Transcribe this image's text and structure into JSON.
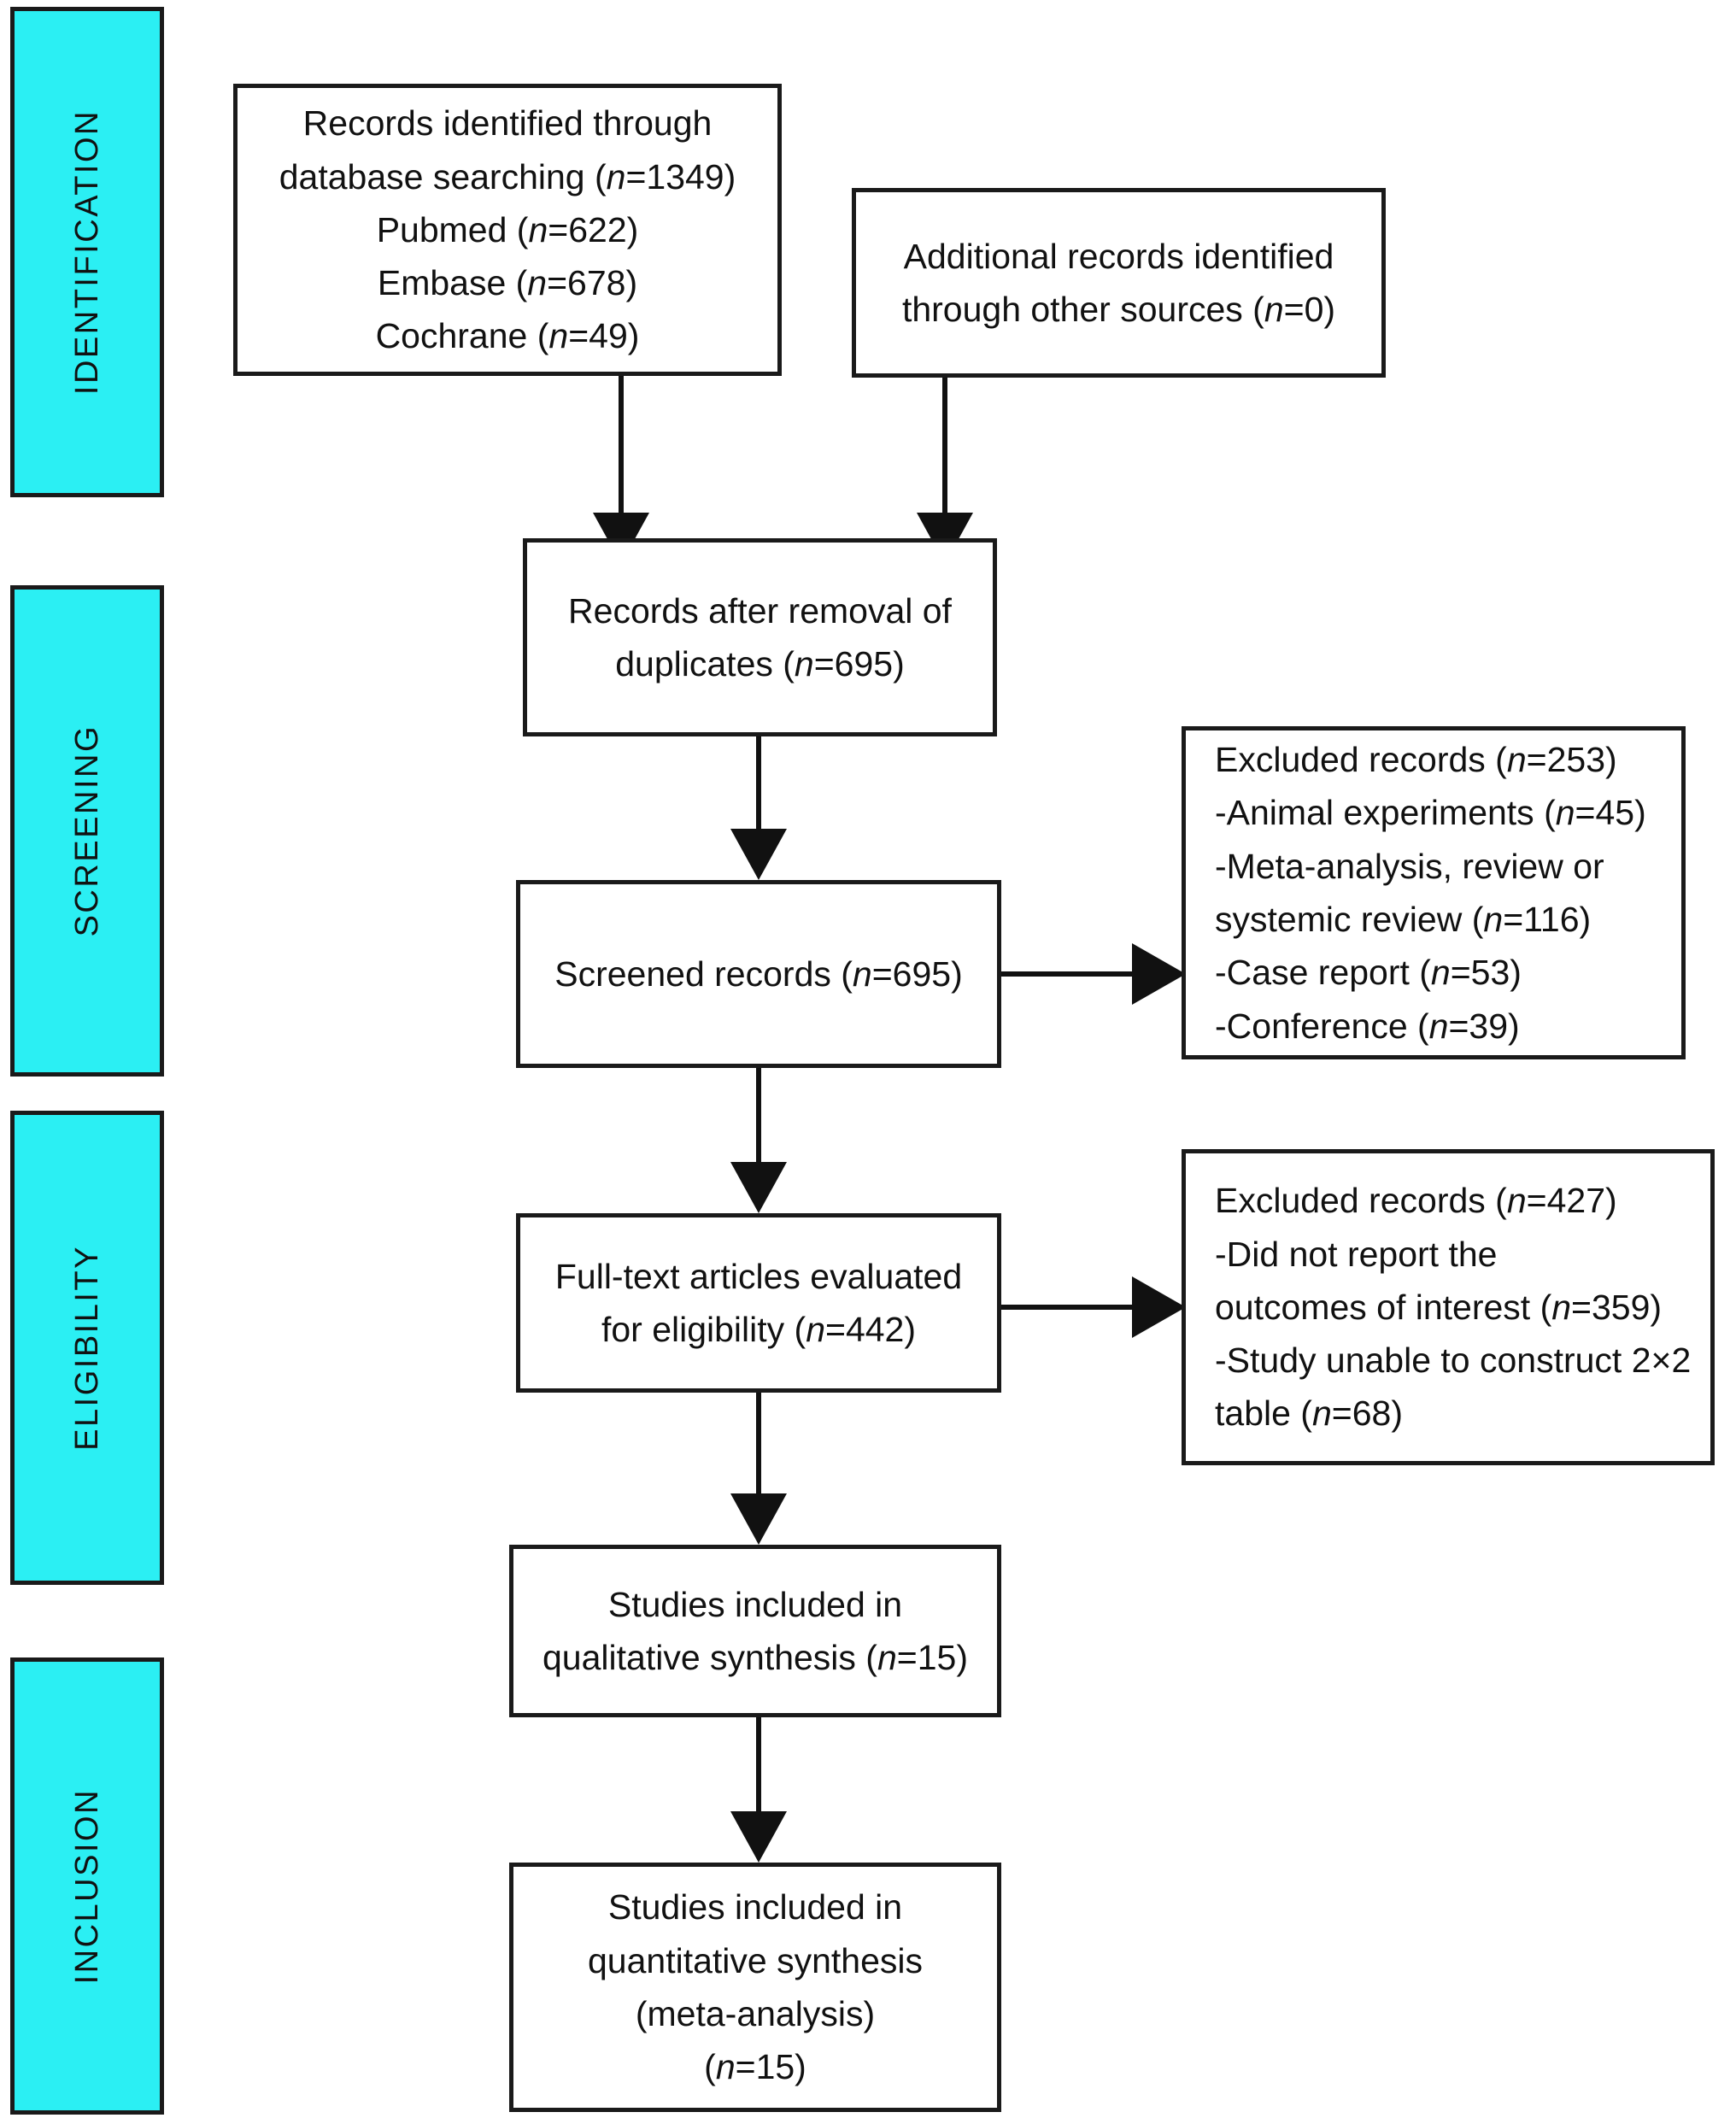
{
  "diagram": {
    "title": "PRISMA flow diagram",
    "colors": {
      "stage_fill": "#2BEFF3",
      "stroke": "#1a1a1a",
      "box_fill": "#ffffff",
      "text": "#111111"
    },
    "stages": [
      {
        "id": "identification",
        "label": "IDENTIFICATION"
      },
      {
        "id": "screening",
        "label": "SCREENING"
      },
      {
        "id": "eligibility",
        "label": "ELIGIBILITY"
      },
      {
        "id": "inclusion",
        "label": "INCLUSION"
      }
    ],
    "boxes": {
      "database_records": {
        "lines": [
          "Records identified through",
          "database searching (n=1349)",
          "Pubmed (n=622)",
          "Embase (n=678)",
          "Cochrane (n=49)"
        ]
      },
      "additional_records": {
        "lines": [
          "Additional records identified",
          "through other sources (n=0)"
        ]
      },
      "after_duplicates": {
        "lines": [
          "Records after removal of",
          "duplicates (n=695)"
        ]
      },
      "screened_records": {
        "lines": [
          "Screened records (n=695)"
        ]
      },
      "excluded_screening": {
        "lines": [
          "Excluded records (n=253)",
          "-Animal experiments (n=45)",
          "-Meta-analysis, review or",
          "systemic review (n=116)",
          "-Case report (n=53)",
          "-Conference (n=39)"
        ]
      },
      "fulltext_eligibility": {
        "lines": [
          "Full-text articles evaluated",
          "for eligibility (n=442)"
        ]
      },
      "excluded_eligibility": {
        "lines": [
          "Excluded records (n=427)",
          "-Did not report the",
          "outcomes of interest (n=359)",
          "-Study unable to construct 2×2",
          "table (n=68)"
        ]
      },
      "qualitative_synthesis": {
        "lines": [
          "Studies included in",
          "qualitative synthesis (n=15)"
        ]
      },
      "quantitative_synthesis": {
        "lines": [
          "Studies included in",
          "quantitative synthesis",
          "(meta-analysis)",
          "(n=15)"
        ]
      }
    },
    "counts": {
      "database_total": 1349,
      "pubmed": 622,
      "embase": 678,
      "cochrane": 49,
      "additional": 0,
      "after_duplicates": 695,
      "screened": 695,
      "excluded_screening_total": 253,
      "excluded_animal": 45,
      "excluded_meta_review": 116,
      "excluded_case_report": 53,
      "excluded_conference": 39,
      "fulltext_evaluated": 442,
      "excluded_eligibility_total": 427,
      "excluded_no_outcomes": 359,
      "excluded_no_2x2": 68,
      "qualitative_included": 15,
      "quantitative_included": 15
    }
  }
}
